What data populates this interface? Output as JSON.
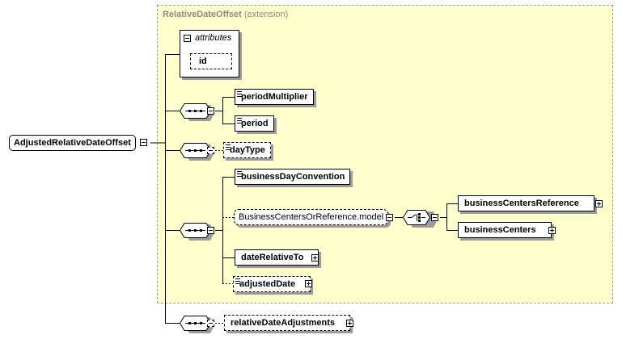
{
  "extension": {
    "type_name": "RelativeDateOffset",
    "suffix": "(extension)"
  },
  "root": {
    "label": "AdjustedRelativeDateOffset"
  },
  "attributes": {
    "label": "attributes",
    "id_label": "id"
  },
  "elements": {
    "period_multiplier": "periodMultiplier",
    "period": "period",
    "day_type": "dayType",
    "business_day_convention": "businessDayConvention",
    "business_centers_model": "BusinessCentersOrReference.model",
    "business_centers_reference": "businessCentersReference",
    "business_centers": "businessCenters",
    "date_relative_to": "dateRelativeTo",
    "adjusted_date": "adjustedDate",
    "relative_date_adjustments": "relativeDateAdjustments"
  },
  "icons": {
    "sequence": "sequence-compositor-icon",
    "choice": "choice-compositor-icon",
    "expand": "plus-box-icon",
    "collapse": "minus-box-icon"
  }
}
